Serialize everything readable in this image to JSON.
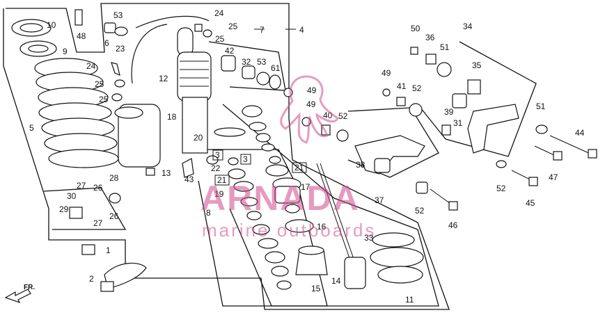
{
  "diagram": {
    "labels": [
      "1",
      "2",
      "3",
      "3",
      "4",
      "5",
      "6",
      "7",
      "8",
      "9",
      "10",
      "11",
      "12",
      "13",
      "14",
      "15",
      "16",
      "17",
      "18",
      "19",
      "20",
      "21",
      "21",
      "22",
      "23",
      "24",
      "24",
      "25",
      "25",
      "25",
      "25",
      "26",
      "26",
      "27",
      "27",
      "28",
      "29",
      "30",
      "31",
      "32",
      "33",
      "34",
      "35",
      "36",
      "37",
      "38",
      "39",
      "40",
      "41",
      "42",
      "43",
      "44",
      "45",
      "46",
      "47",
      "48",
      "49",
      "49",
      "49",
      "50",
      "51",
      "51",
      "52",
      "52",
      "52",
      "53",
      "53",
      "61"
    ],
    "direction_arrow": "FR.",
    "watermark": {
      "title": "ARNADA",
      "subtitle": "marine outboards",
      "color": "#d04a8c"
    }
  }
}
